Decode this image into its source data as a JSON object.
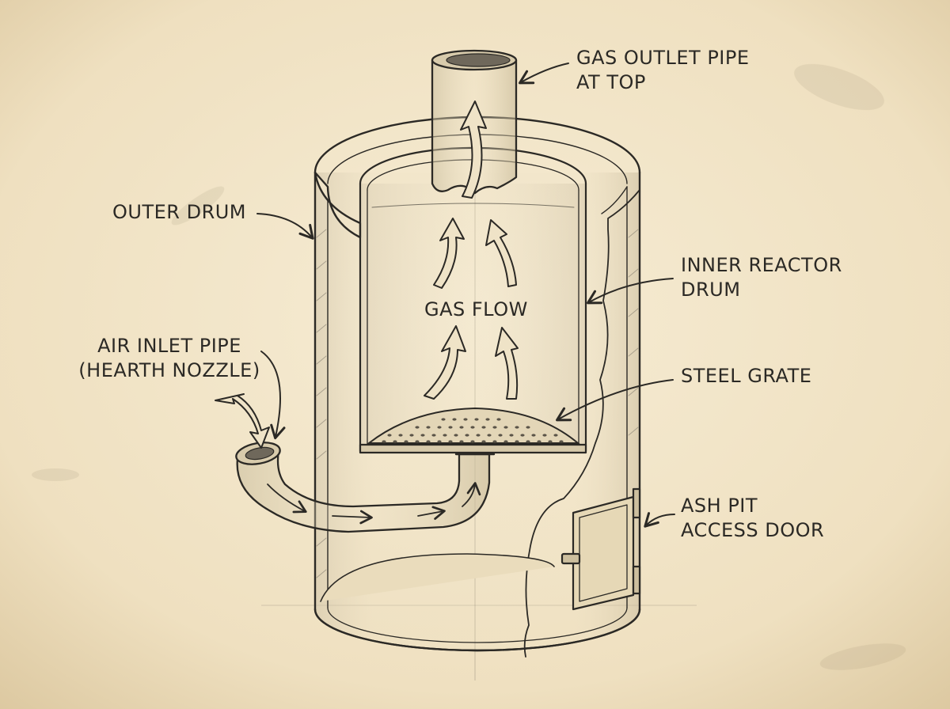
{
  "labels": {
    "gas_outlet_pipe": [
      "GAS OUTLET PIPE",
      "AT TOP"
    ],
    "outer_drum": "OUTER DRUM",
    "inner_reactor_drum": [
      "INNER REACTOR",
      "DRUM"
    ],
    "gas_flow": "GAS FLOW",
    "air_inlet_pipe": [
      "AIR INLET PIPE",
      "(HEARTH NOZZLE)"
    ],
    "steel_grate": "STEEL GRATE",
    "ash_pit_access_door": [
      "ASH PIT",
      "ACCESS DOOR"
    ]
  },
  "colors": {
    "paper": "#f1e4c6",
    "ink": "#2b2925",
    "shading": "#8f8778"
  }
}
